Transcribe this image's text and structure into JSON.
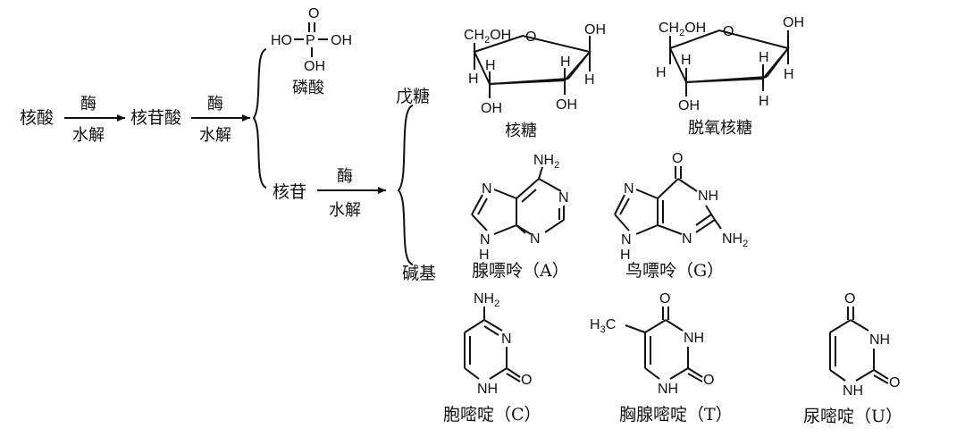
{
  "flow": {
    "nucleic_acid": "核酸",
    "nucleotide": "核苷酸",
    "nucleoside": "核苷",
    "enzyme": "酶",
    "hydrolysis": "水解",
    "phosphoric_acid": "磷酸",
    "pentose": "戊糖",
    "base": "碱基"
  },
  "sugars": [
    {
      "label": "核糖"
    },
    {
      "label": "脱氧核糖"
    }
  ],
  "bases": [
    {
      "label": "腺嘌呤（A）"
    },
    {
      "label": "鸟嘌呤（G）"
    },
    {
      "label": "胞嘧啶（C）"
    },
    {
      "label": "胸腺嘧啶（T）"
    },
    {
      "label": "尿嘧啶（U）"
    }
  ],
  "atoms": {
    "HO": "HO",
    "OH": "OH",
    "P": "P",
    "O": "O",
    "H": "H",
    "N": "N",
    "NH": "NH",
    "NH2": "NH",
    "CH2OH": "CH",
    "H3C": "H",
    "two": "2",
    "three": "3"
  }
}
